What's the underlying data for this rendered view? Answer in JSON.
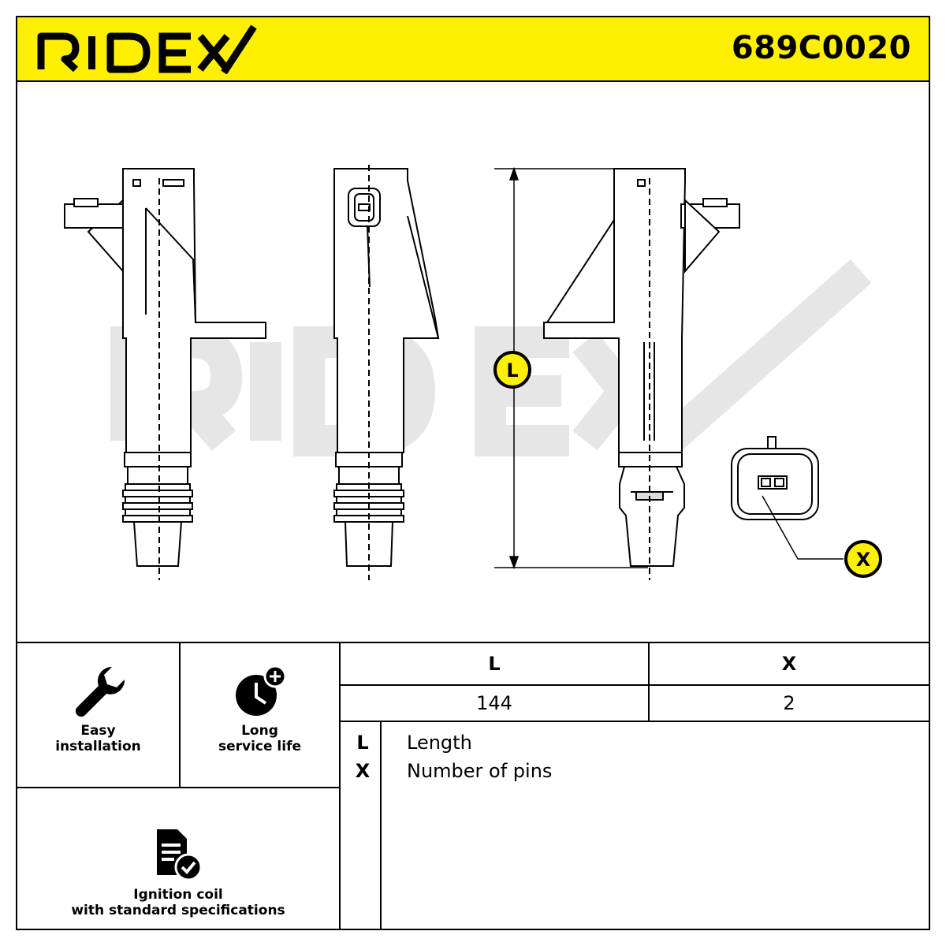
{
  "header": {
    "brand": "RIDEX",
    "brand_color": "#000000",
    "bar_color": "#FFEF00",
    "part_number": "689C0020"
  },
  "drawing": {
    "callouts": {
      "length": "L",
      "pins": "X"
    },
    "watermark": "RIDEX",
    "callout_color": "#FFEF00"
  },
  "features": {
    "easy_installation": "Easy\ninstallation",
    "long_service_life": "Long\nservice life",
    "standard_spec": "Ignition coil\nwith standard specifications",
    "icons": [
      "wrench-icon",
      "clock-plus-icon",
      "document-check-icon"
    ]
  },
  "table": {
    "headers": [
      "L",
      "X"
    ],
    "values": [
      "144",
      "2"
    ]
  },
  "legend": [
    {
      "key": "L",
      "label": "Length"
    },
    {
      "key": "X",
      "label": "Number of pins"
    }
  ]
}
